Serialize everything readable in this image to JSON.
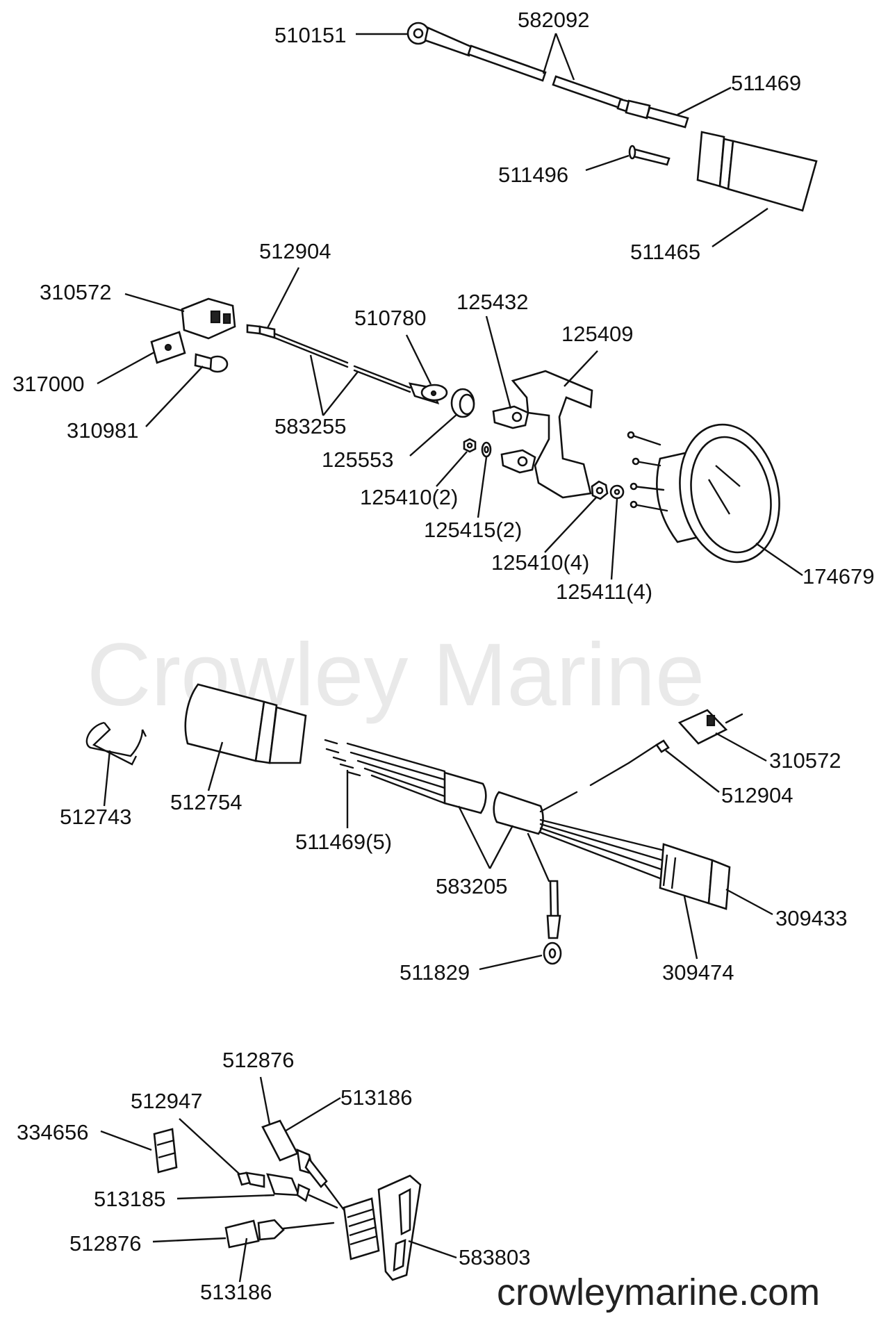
{
  "watermark": "Crowley Marine",
  "site": "crowleymarine.com",
  "groups": [
    {
      "name": "wire-assembly-top",
      "labels": [
        "510151",
        "582092",
        "511469",
        "511496",
        "511465"
      ]
    },
    {
      "name": "gauge-assembly",
      "labels": [
        "512904",
        "310572",
        "510780",
        "125432",
        "125409",
        "317000",
        "310981",
        "583255",
        "125553",
        "125410(2)",
        "125415(2)",
        "125410(4)",
        "125411(4)",
        "174679"
      ]
    },
    {
      "name": "harness-assembly",
      "labels": [
        "310572",
        "512904",
        "512743",
        "512754",
        "511469(5)",
        "583205",
        "309433",
        "511829",
        "309474"
      ]
    },
    {
      "name": "fuse-holder-assembly",
      "labels": [
        "512876",
        "512947",
        "513186",
        "334656",
        "513185",
        "512876",
        "513186",
        "583803"
      ]
    }
  ]
}
